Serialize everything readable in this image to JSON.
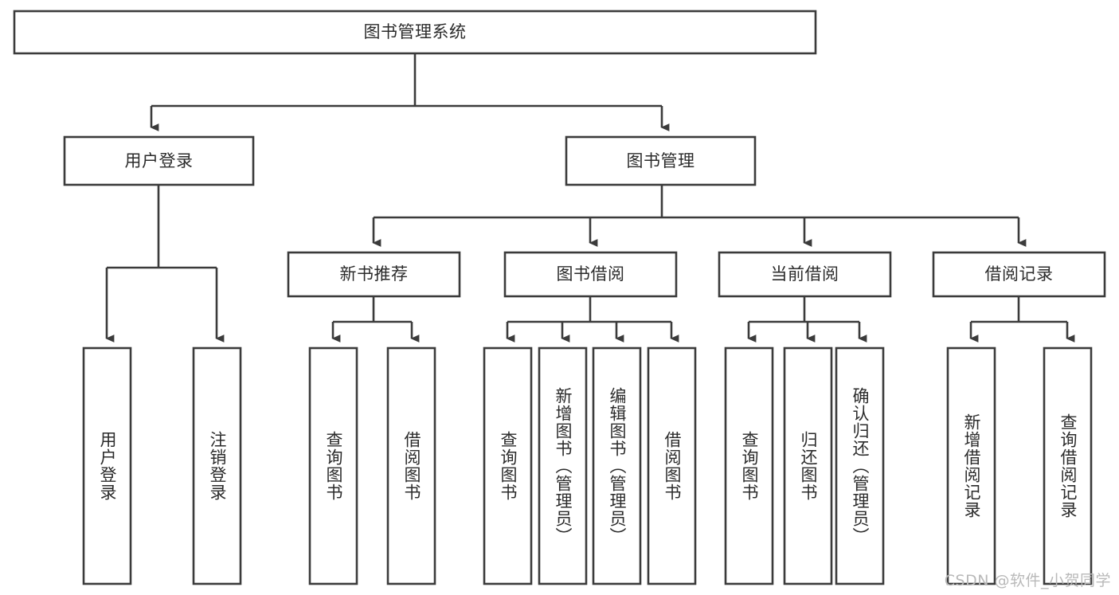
{
  "diagram": {
    "type": "tree-hierarchy",
    "title": "图书管理系统",
    "root": {
      "id": "root",
      "label": "图书管理系统",
      "orientation": "horizontal"
    },
    "level2": [
      {
        "id": "user-login",
        "label": "用户登录",
        "orientation": "horizontal"
      },
      {
        "id": "book-manage",
        "label": "图书管理",
        "orientation": "horizontal"
      }
    ],
    "level3": [
      {
        "id": "new-book-recommend",
        "label": "新书推荐",
        "orientation": "horizontal",
        "parent": "book-manage"
      },
      {
        "id": "book-borrow",
        "label": "图书借阅",
        "orientation": "horizontal",
        "parent": "book-manage"
      },
      {
        "id": "current-borrow",
        "label": "当前借阅",
        "orientation": "horizontal",
        "parent": "book-manage"
      },
      {
        "id": "borrow-record",
        "label": "借阅记录",
        "orientation": "horizontal",
        "parent": "book-manage"
      }
    ],
    "leaves": [
      {
        "id": "leaf-user-login",
        "label": "用户登录",
        "orientation": "vertical",
        "parent": "user-login"
      },
      {
        "id": "leaf-logout-login",
        "label": "注销登录",
        "orientation": "vertical",
        "parent": "user-login"
      },
      {
        "id": "leaf-query-book-1",
        "label": "查询图书",
        "orientation": "vertical",
        "parent": "new-book-recommend"
      },
      {
        "id": "leaf-borrow-book-1",
        "label": "借阅图书",
        "orientation": "vertical",
        "parent": "new-book-recommend"
      },
      {
        "id": "leaf-query-book-2",
        "label": "查询图书",
        "orientation": "vertical",
        "parent": "book-borrow"
      },
      {
        "id": "leaf-add-book",
        "label": "新增图书（管理员）",
        "orientation": "vertical",
        "parent": "book-borrow"
      },
      {
        "id": "leaf-edit-book",
        "label": "编辑图书（管理员）",
        "orientation": "vertical",
        "parent": "book-borrow"
      },
      {
        "id": "leaf-borrow-book-2",
        "label": "借阅图书",
        "orientation": "vertical",
        "parent": "book-borrow"
      },
      {
        "id": "leaf-query-book-3",
        "label": "查询图书",
        "orientation": "vertical",
        "parent": "current-borrow"
      },
      {
        "id": "leaf-return-book",
        "label": "归还图书",
        "orientation": "vertical",
        "parent": "current-borrow"
      },
      {
        "id": "leaf-confirm-return",
        "label": "确认归还（管理员）",
        "orientation": "vertical",
        "parent": "current-borrow"
      },
      {
        "id": "leaf-add-record",
        "label": "新增借阅记录",
        "orientation": "vertical",
        "parent": "borrow-record"
      },
      {
        "id": "leaf-query-record",
        "label": "查询借阅记录",
        "orientation": "vertical",
        "parent": "borrow-record"
      }
    ],
    "colors": {
      "box_stroke": "#3b3b3b",
      "box_fill": "#ffffff",
      "connector": "#3b3b3b",
      "text": "#2b2b2b",
      "background": "#ffffff",
      "watermark": "#b9b9b9"
    }
  },
  "watermark": {
    "text": "CSDN @软件_小贺同学"
  }
}
